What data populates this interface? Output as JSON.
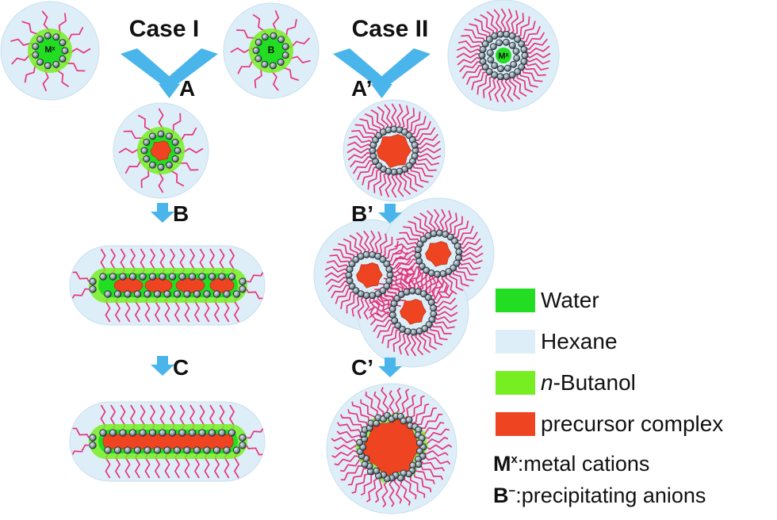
{
  "cases": [
    {
      "label": "Case I"
    },
    {
      "label": "Case II"
    }
  ],
  "steps": [
    {
      "label": "A"
    },
    {
      "label": "B"
    },
    {
      "label": "C"
    },
    {
      "label": "A’"
    },
    {
      "label": "B’"
    },
    {
      "label": "C’"
    }
  ],
  "micelles": {
    "metal_label": "Mˣ",
    "anion_label": "B"
  },
  "legend": {
    "items": [
      {
        "label": "Water",
        "color": "#22dd22"
      },
      {
        "label": "Hexane",
        "color": "#ddeef8"
      },
      {
        "italic": "n",
        "rest": "-Butanol",
        "color": "#77ee22"
      },
      {
        "label": "precursor complex",
        "color": "#ee4422"
      }
    ],
    "definitions": [
      {
        "base": "M",
        "sup": "x",
        "text": ":metal cations"
      },
      {
        "base": "B",
        "sup": "−",
        "text": ":precipitating anions"
      }
    ]
  },
  "colors": {
    "hexane": "#ddeef8",
    "water": "#22dd22",
    "butanol": "#77ee22",
    "precursor": "#ee4422",
    "tail": "#e8337a",
    "arrow": "#49b5ea",
    "head": "#8a9aa4"
  }
}
